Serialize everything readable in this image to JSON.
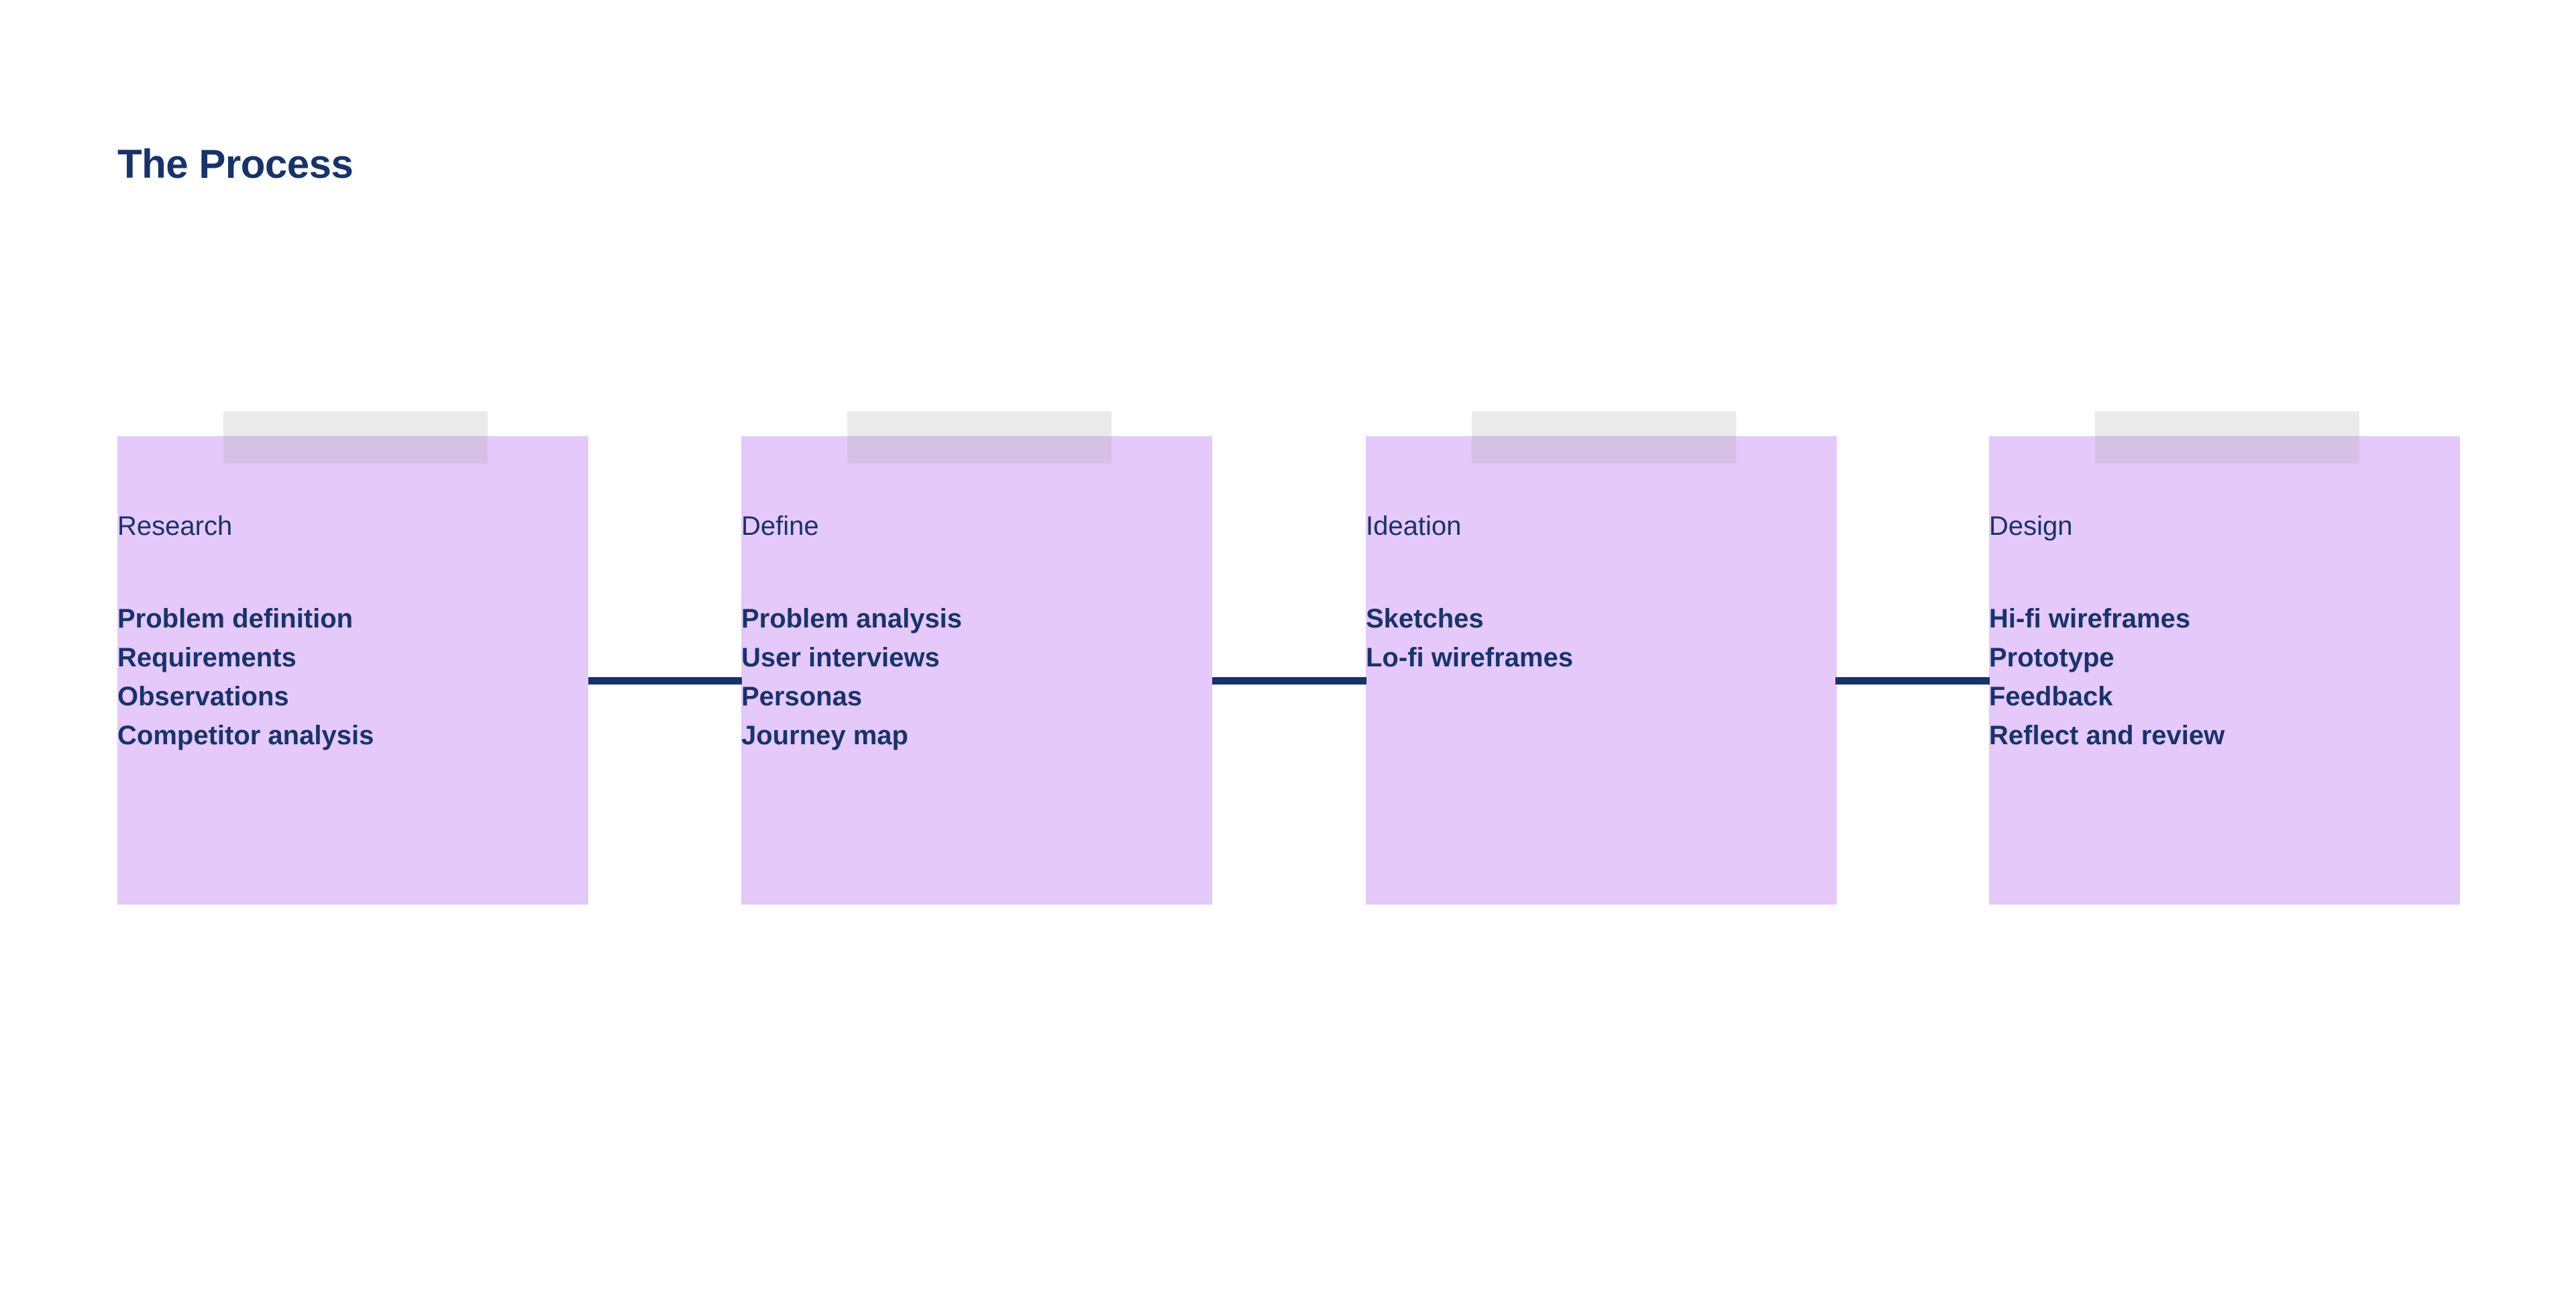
{
  "slide": {
    "title": "The Process",
    "background_color": "#ffffff",
    "accent_color": "#17336c",
    "card_color": "#e5c9fa",
    "tab_color": "#e0e0e0"
  },
  "stages": [
    {
      "heading": "Research",
      "items": [
        "Problem definition",
        "Requirements",
        "Observations",
        "Competitor analysis"
      ]
    },
    {
      "heading": "Define",
      "items": [
        "Problem analysis",
        "User interviews",
        "Personas",
        "Journey map"
      ]
    },
    {
      "heading": "Ideation",
      "items": [
        "Sketches",
        "Lo-fi wireframes"
      ]
    },
    {
      "heading": "Design",
      "items": [
        "Hi-fi wireframes",
        "Prototype",
        "Feedback",
        "Reflect and review"
      ]
    }
  ]
}
